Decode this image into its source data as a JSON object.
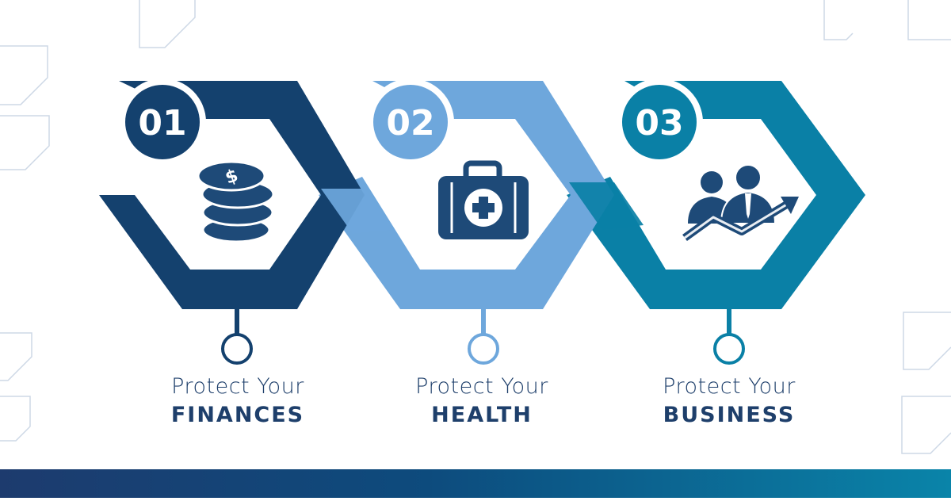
{
  "colors": {
    "step1": "#14416e",
    "step2": "#6ea7dc",
    "step3": "#0a80a6",
    "icon": "#1e4a78",
    "frame": "#cdd8e6",
    "bar_start": "#1d3b6e",
    "bar_end": "#0a84a9"
  },
  "steps": [
    {
      "number": "01",
      "line1": "Protect Your",
      "line2": "FINANCES",
      "icon": "coins-dollar-icon"
    },
    {
      "number": "02",
      "line1": "Protect Your",
      "line2": "HEALTH",
      "icon": "first-aid-kit-icon"
    },
    {
      "number": "03",
      "line1": "Protect Your",
      "line2": "BUSINESS",
      "icon": "business-people-growth-icon"
    }
  ]
}
